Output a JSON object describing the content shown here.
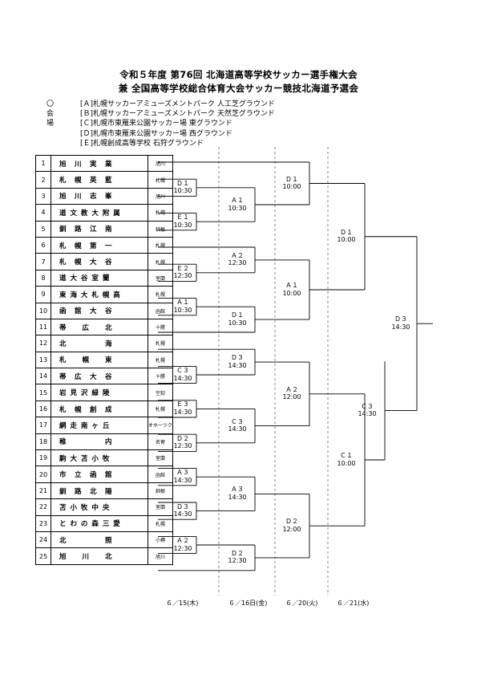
{
  "header": {
    "title_line1": "令和５年度 第76回 北海道高等学校サッカー選手権大会",
    "title_line2": "兼 全国高等学校総合体育大会サッカー競技北海道予選会"
  },
  "venues": {
    "label": "〇会場",
    "items": [
      "[Ａ]札幌サッカーアミューズメントパーク 人工芝グラウンド",
      "[Ｂ]札幌サッカーアミューズメントパーク 天然芝グラウンド",
      "[Ｃ]札幌市東雁来公園サッカー場 東グラウンド",
      "[Ｄ]札幌市東雁来公園サッカー場 西グラウンド",
      "[Ｅ]札幌創成高等学校 石狩グラウンド"
    ]
  },
  "teams": [
    {
      "no": "1",
      "name": "旭　川　実　業",
      "region": "旭川"
    },
    {
      "no": "2",
      "name": "札　幌　英　藍",
      "region": "札幌"
    },
    {
      "no": "3",
      "name": "旭　川　志　峯",
      "region": "旭川"
    },
    {
      "no": "4",
      "name": "道 文 教 大 附 属",
      "region": "札幌"
    },
    {
      "no": "5",
      "name": "釧　路　江　南",
      "region": "釧根"
    },
    {
      "no": "6",
      "name": "札　幌　第　一",
      "region": "札幌"
    },
    {
      "no": "7",
      "name": "札　幌　大　谷",
      "region": "札幌"
    },
    {
      "no": "8",
      "name": "道 大 谷 室 蘭",
      "region": "室蘭"
    },
    {
      "no": "9",
      "name": "東 海 大 札 幌 高",
      "region": "札幌"
    },
    {
      "no": "10",
      "name": "函　館　大　谷",
      "region": "函館"
    },
    {
      "no": "11",
      "name": "帯　　広　　北",
      "region": "十勝"
    },
    {
      "no": "12",
      "name": "北　　　　　海",
      "region": "札幌"
    },
    {
      "no": "13",
      "name": "札　　幌　　東",
      "region": "札幌"
    },
    {
      "no": "14",
      "name": "帯　広　大　谷",
      "region": "十勝"
    },
    {
      "no": "15",
      "name": "岩 見 沢 緑 陵",
      "region": "空知"
    },
    {
      "no": "16",
      "name": "札　幌　創　成",
      "region": "札幌"
    },
    {
      "no": "17",
      "name": "網 走 南 ヶ 丘",
      "region": "オホーツク"
    },
    {
      "no": "18",
      "name": "稚　　　　　内",
      "region": "名寄"
    },
    {
      "no": "19",
      "name": "駒 大 苫 小 牧",
      "region": "室蘭"
    },
    {
      "no": "20",
      "name": "市　立　函　館",
      "region": "函館"
    },
    {
      "no": "21",
      "name": "釧　路　北　陽",
      "region": "釧根"
    },
    {
      "no": "22",
      "name": "苫 小 牧 中 央",
      "region": "室蘭"
    },
    {
      "no": "23",
      "name": "と わ の 森 三 愛",
      "region": "札幌"
    },
    {
      "no": "24",
      "name": "北　　　　　照",
      "region": "小樽"
    },
    {
      "no": "25",
      "name": "旭　　川　　北",
      "region": "旭川"
    }
  ],
  "matches": {
    "r1": [
      {
        "code": "Ｄ１",
        "time": "10:30"
      },
      {
        "code": "Ｅ１",
        "time": "10:30"
      },
      {
        "code": "Ｅ２",
        "time": "12:30"
      },
      {
        "code": "Ａ１",
        "time": "10:30"
      },
      {
        "code": "Ｃ３",
        "time": "14:30"
      },
      {
        "code": "Ｅ３",
        "time": "14:30"
      },
      {
        "code": "Ｄ２",
        "time": "12:30"
      },
      {
        "code": "Ａ３",
        "time": "14:30"
      },
      {
        "code": "Ｄ３",
        "time": "14:30"
      },
      {
        "code": "Ａ２",
        "time": "12:30"
      }
    ],
    "r2": [
      {
        "code": "Ａ１",
        "time": "10:30"
      },
      {
        "code": "Ａ２",
        "time": "12:30"
      },
      {
        "code": "Ｄ１",
        "time": "10:30"
      },
      {
        "code": "Ｄ３",
        "time": "14:30"
      },
      {
        "code": "Ｃ３",
        "time": "14:30"
      },
      {
        "code": "Ａ３",
        "time": "14:30"
      },
      {
        "code": "Ｄ２",
        "time": "12:30"
      }
    ],
    "r3": [
      {
        "code": "Ｄ１",
        "time": "10:00"
      },
      {
        "code": "Ａ１",
        "time": "10:00"
      },
      {
        "code": "Ａ２",
        "time": "12:00"
      },
      {
        "code": "Ｄ２",
        "time": "12:00"
      }
    ],
    "r4": [
      {
        "code": "Ｄ１",
        "time": "10:00"
      },
      {
        "code": "Ｃ１",
        "time": "10:00"
      }
    ],
    "r5": {
      "code": "Ｃ３",
      "time": "14:30"
    },
    "final": {
      "code": "Ｄ３",
      "time": "14:30"
    }
  },
  "dates": [
    "６／15(木)",
    "６／16日(金)",
    "６／20(火)",
    "６／21(水)"
  ]
}
